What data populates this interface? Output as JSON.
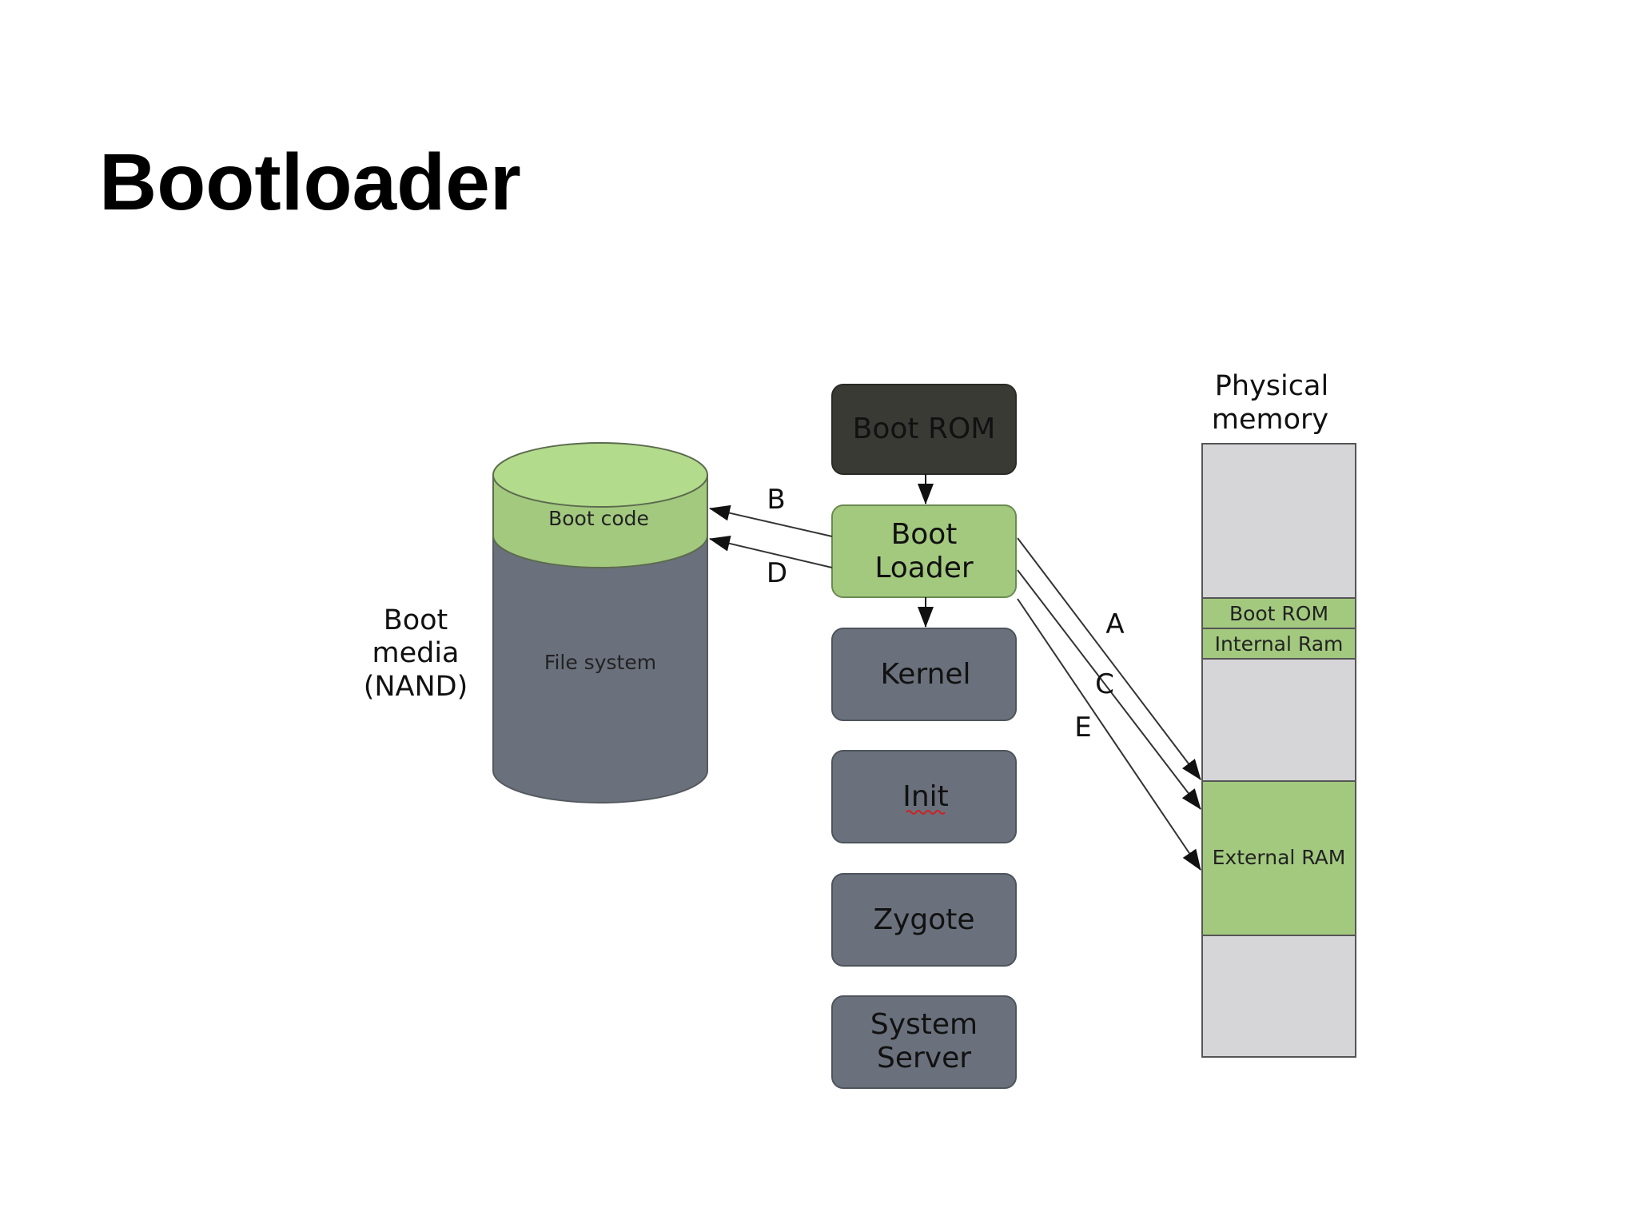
{
  "slide": {
    "title": "Bootloader"
  },
  "diagram": {
    "boot_media": {
      "label_lines": [
        "Boot",
        "media",
        "(NAND)"
      ],
      "sections": {
        "top": "Boot code",
        "bottom": "File system"
      }
    },
    "stages": {
      "boot_rom": {
        "label_lines": [
          "Boot ROM"
        ]
      },
      "boot_loader": {
        "label_lines": [
          "Boot",
          "Loader"
        ]
      },
      "kernel": {
        "label_lines": [
          "Kernel"
        ]
      },
      "init": {
        "label_lines": [
          "Init"
        ]
      },
      "zygote": {
        "label_lines": [
          "Zygote"
        ]
      },
      "system_server": {
        "label_lines": [
          "System",
          "Server"
        ]
      }
    },
    "physical_memory": {
      "label_lines": [
        "Physical",
        "memory"
      ],
      "regions": {
        "boot_rom": "Boot ROM",
        "internal_ram": "Internal Ram",
        "external_ram": "External RAM"
      }
    },
    "arrow_labels": {
      "b": "B",
      "d": "D",
      "a": "A",
      "c": "C",
      "e": "E"
    },
    "colors": {
      "boot_rom_box": "#3a3a35",
      "green": "#a3c97f",
      "green_light": "#b3db8c",
      "slate": "#6a717c",
      "memory_gray": "#d6d5d8",
      "outline": "#5c5c5c"
    }
  }
}
